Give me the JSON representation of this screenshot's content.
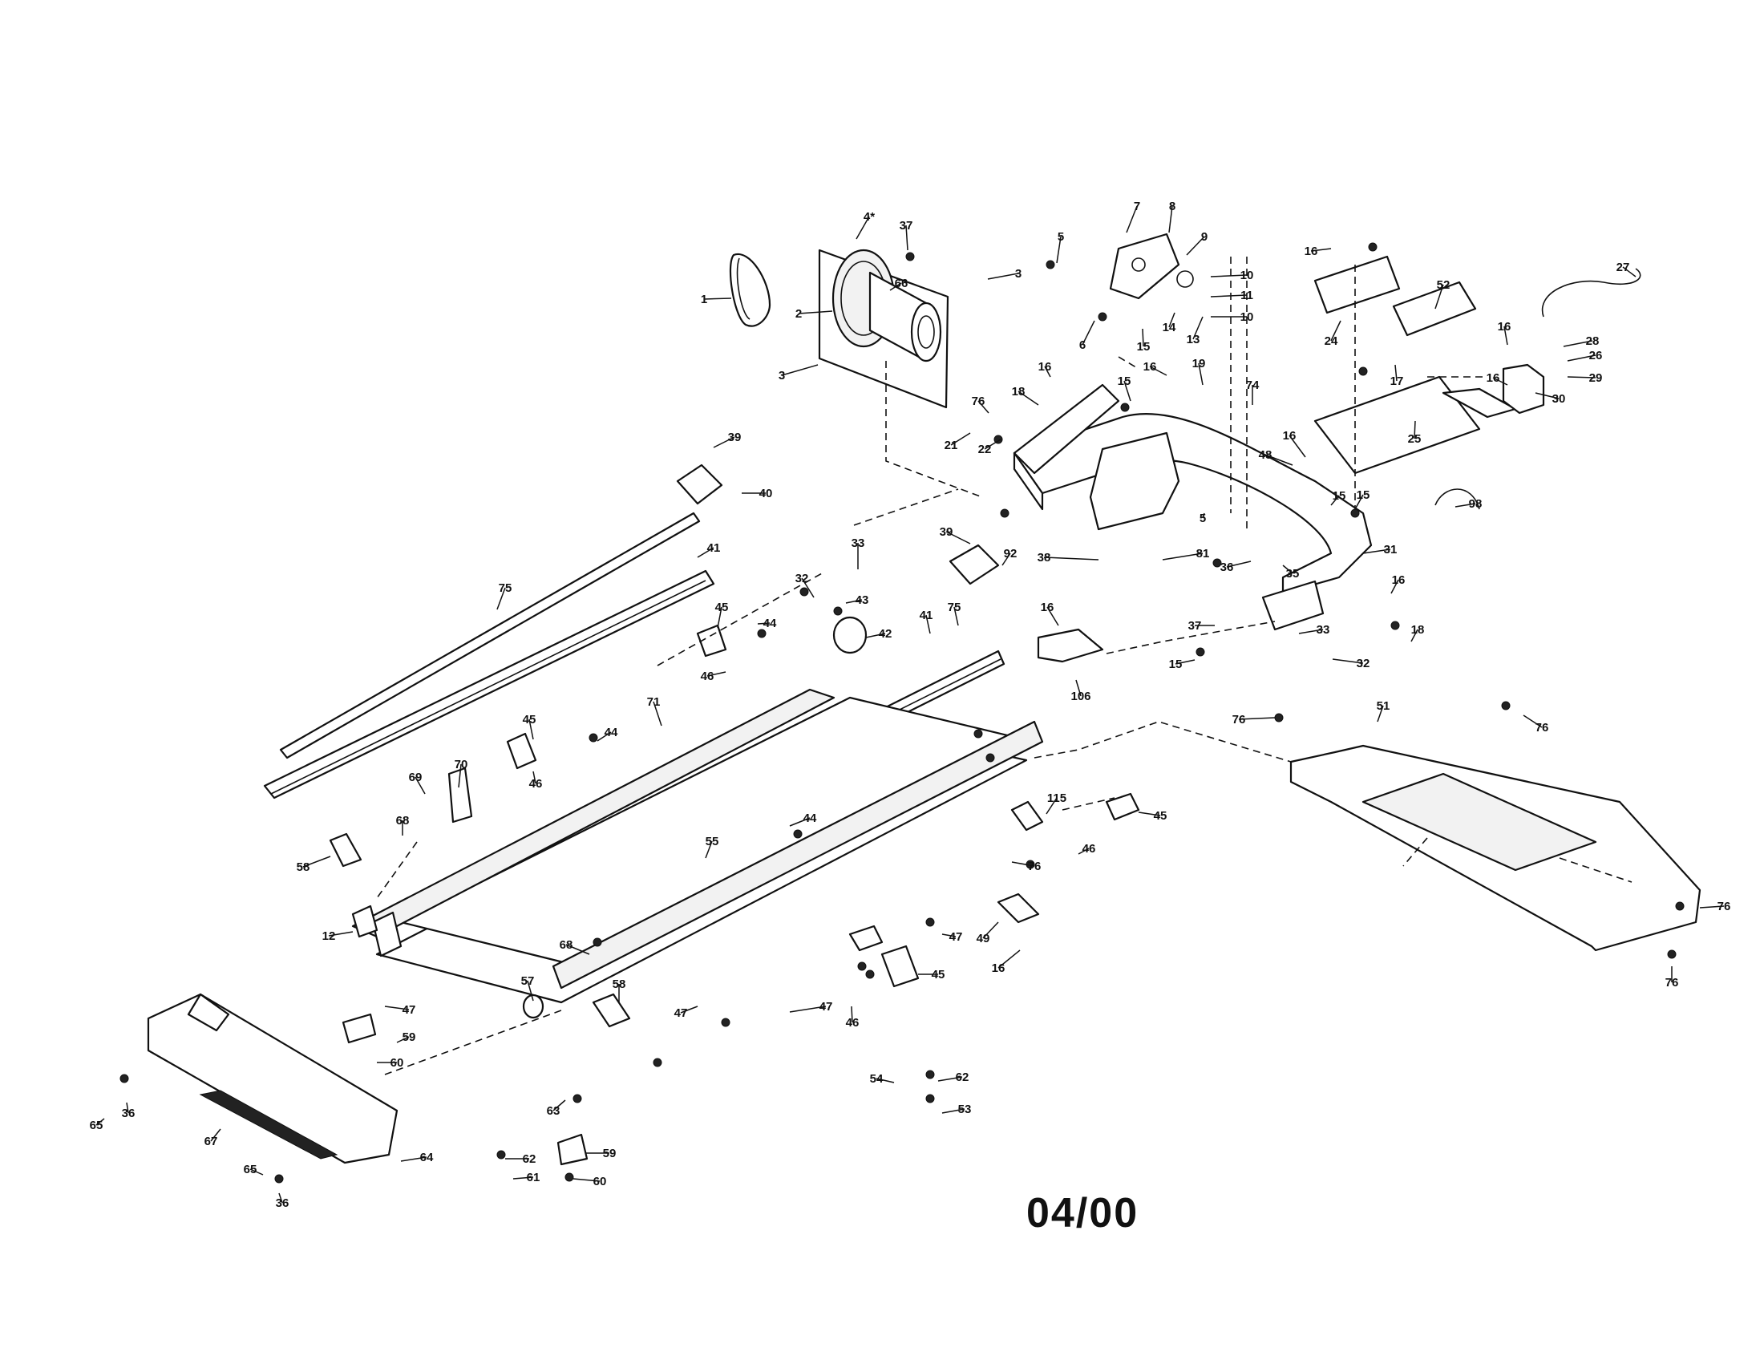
{
  "date_code": "04/00",
  "callouts": [
    "1",
    "2",
    "3",
    "3",
    "4*",
    "37",
    "66",
    "5",
    "6",
    "7",
    "8",
    "9",
    "10",
    "10",
    "11",
    "13",
    "14",
    "15",
    "16",
    "24",
    "52",
    "27",
    "16",
    "28",
    "26",
    "29",
    "16",
    "17",
    "30",
    "25",
    "16",
    "18",
    "15",
    "16",
    "19",
    "74",
    "76",
    "22",
    "21",
    "48",
    "16",
    "15",
    "5",
    "15",
    "98",
    "38",
    "81",
    "36",
    "35",
    "31",
    "16",
    "18",
    "37",
    "33",
    "32",
    "15",
    "39",
    "40",
    "41",
    "75",
    "33",
    "43",
    "32",
    "42",
    "44",
    "45",
    "46",
    "41",
    "75",
    "39",
    "92",
    "16",
    "106",
    "71",
    "44",
    "45",
    "46",
    "69",
    "70",
    "68",
    "58",
    "55",
    "44",
    "115",
    "45",
    "46",
    "76",
    "49",
    "16",
    "47",
    "68",
    "45",
    "12",
    "57",
    "58",
    "47",
    "59",
    "60",
    "47",
    "46",
    "47",
    "63",
    "54",
    "62",
    "53",
    "65",
    "36",
    "67",
    "64",
    "65",
    "36",
    "62",
    "61",
    "59",
    "60",
    "76",
    "51",
    "76",
    "76",
    "76"
  ]
}
